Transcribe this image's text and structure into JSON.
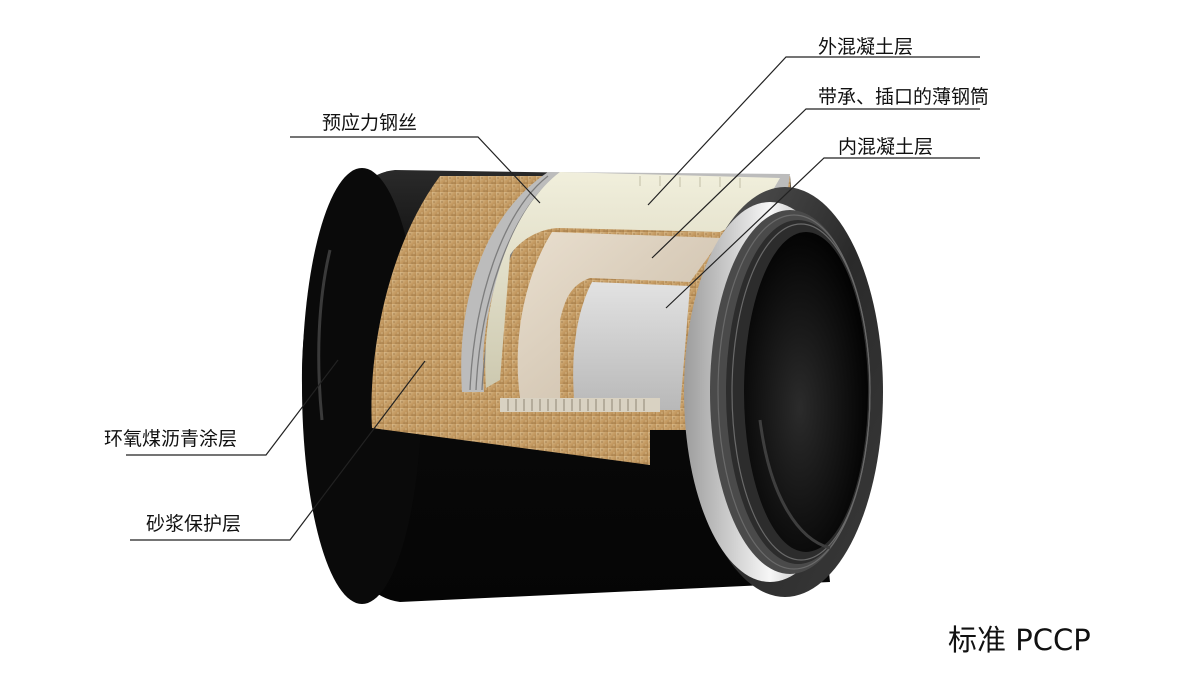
{
  "labels": {
    "outer_concrete": "外混凝土层",
    "steel_cylinder": "带承、插口的薄钢筒",
    "inner_concrete": "内混凝土层",
    "prestress_wire": "预应力钢丝",
    "epoxy_coating": "环氧煤沥青涂层",
    "mortar_layer": "砂浆保护层"
  },
  "caption": "标准 PCCP"
}
